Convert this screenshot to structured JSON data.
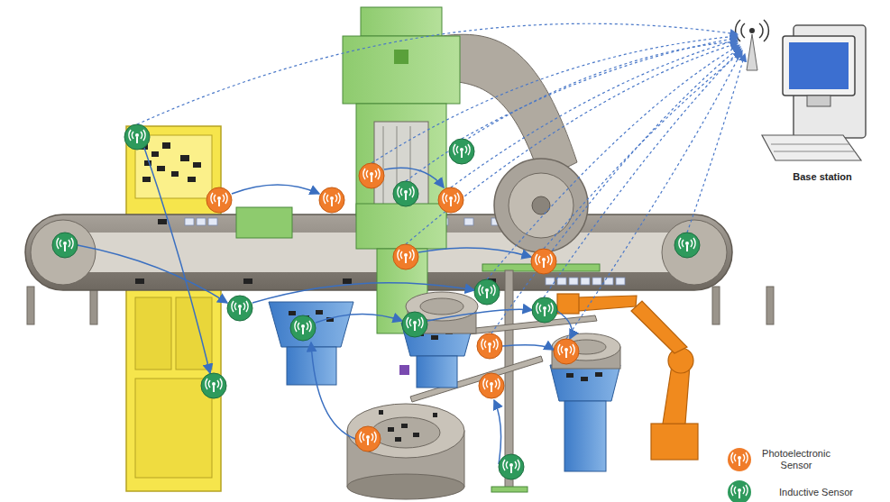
{
  "diagram": {
    "labels": [
      "Base station"
    ],
    "legend": [
      {
        "text": "Photoelectronic Sensor",
        "color": "#f07c2a"
      },
      {
        "text": "Inductive Sensor",
        "color": "#2e9a5c"
      }
    ]
  }
}
